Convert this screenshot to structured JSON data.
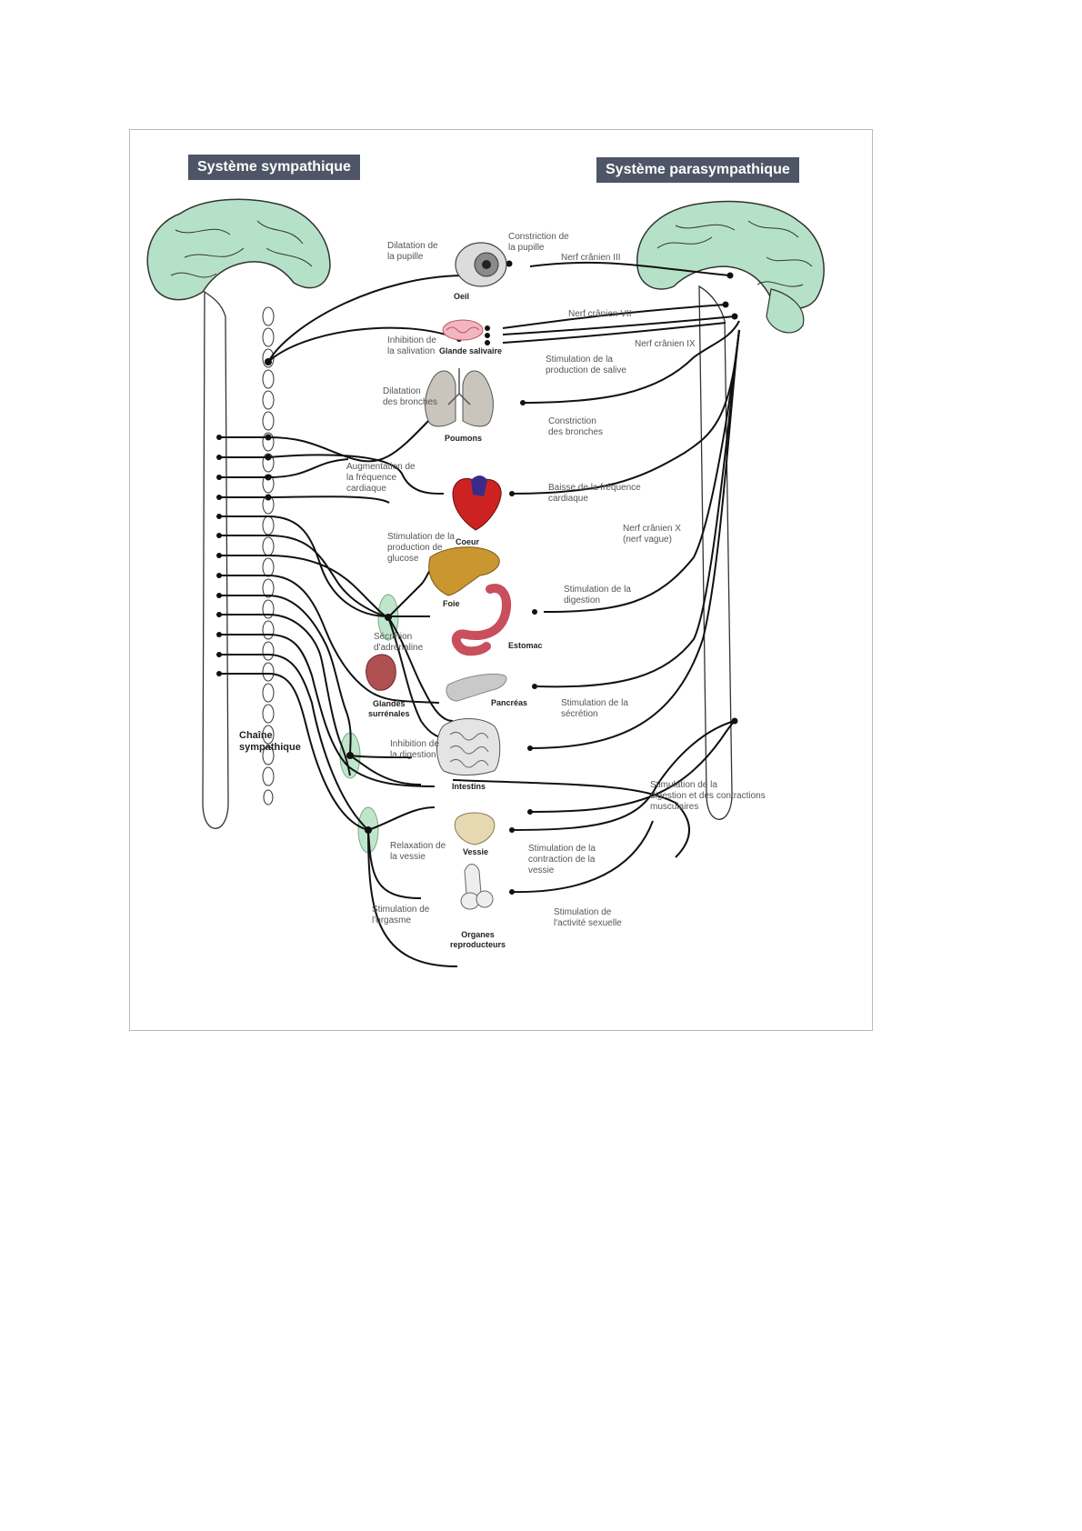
{
  "titles": {
    "sympathetic": "Système sympathique",
    "parasympathetic": "Système parasympathique"
  },
  "organs": {
    "eye": "Oeil",
    "salivary": "Glande salivaire",
    "lungs": "Poumons",
    "heart": "Coeur",
    "liver": "Foie",
    "stomach": "Estomac",
    "pancreas": "Pancréas",
    "adrenals": "Glandes\nsurrénales",
    "intestines": "Intestins",
    "bladder": "Vessie",
    "reproductive": "Organes\nreproducteurs"
  },
  "chain_label": "Chaîne\nsympathique",
  "sympathetic_effects": {
    "pupil": "Dilatation de\nla pupille",
    "saliva": "Inhibition de\nla salivation",
    "bronchi": "Dilatation\ndes bronches",
    "heart": "Augmentation de\nla fréquence\ncardiaque",
    "glucose": "Stimulation de la\nproduction de\nglucose",
    "adrenaline": "Sécrétion\nd'adrénaline",
    "digestion": "Inhibition de\nla digestion",
    "bladder": "Relaxation de\nla vessie",
    "orgasm": "Stimulation de\nl'orgasme"
  },
  "parasympathetic_effects": {
    "pupil": "Constriction de\nla pupille",
    "saliva": "Stimulation de la\nproduction de salive",
    "bronchi": "Constriction\ndes bronches",
    "heart": "Baisse de la fréquence\ncardiaque",
    "digestion": "Stimulation de la\ndigestion",
    "pancreas": "Stimulation de la\nsécrétion",
    "intestines": "Stimulation de la\ndigestion et des contractions\nmusculaires",
    "bladder": "Stimulation de la\ncontraction de la\nvessie",
    "sexual": "Stimulation de\nl'activité sexuelle"
  },
  "nerves": {
    "cn3": "Nerf crânien III",
    "cn7": "Nerf crânien VII",
    "cn9": "Nerf crânien IX",
    "cn10": "Nerf crânien X\n(nerf vague)"
  },
  "colors": {
    "brain": "#b6e1c9",
    "ganglion": "#bfe6cb",
    "title_bg": "#4d5566",
    "nerve": "#111111"
  }
}
